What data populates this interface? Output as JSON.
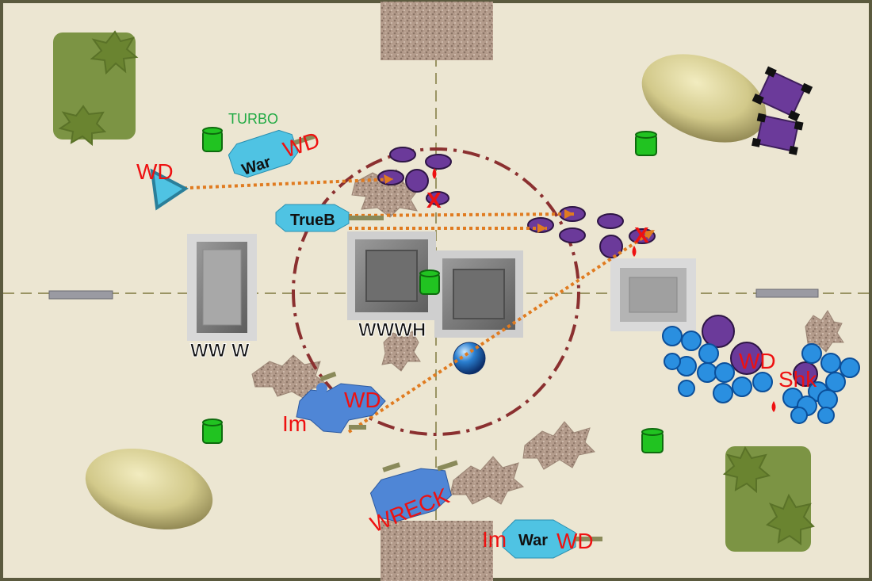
{
  "board": {
    "colors": {
      "felt": "#ece6d2",
      "border": "#5b5a3e",
      "woods": "#7c9444",
      "hill": "#d2c98a",
      "ruin": "#b39b8b",
      "block": "#777777",
      "objective": "#21c321",
      "player_vehicle": "#4fc3e3",
      "player_wreck": "#4f86d6",
      "enemy_purple": "#6b3a9a",
      "enemy_swarm": "#2a8fe0",
      "move_line": "#e07b20",
      "aura": "#8b3030",
      "callout_red": "#ee1111",
      "callout_green": "#22aa44"
    }
  },
  "units": {
    "war_top": "War",
    "trueb": "TrueB",
    "war_bottom": "War"
  },
  "labels": {
    "turbo": "TURBO",
    "wd_war_top": "WD",
    "wd_left": "WD",
    "x_mid": "X",
    "x_right": "X",
    "wd_im": "WD",
    "im_left": "Im",
    "wreck": "WRECK",
    "wd_swarm": "WD",
    "shk": "Shk",
    "im_bottom": "Im",
    "wd_bottom": "WD",
    "ww_w": "WW W",
    "wwwh": "WWWH"
  }
}
